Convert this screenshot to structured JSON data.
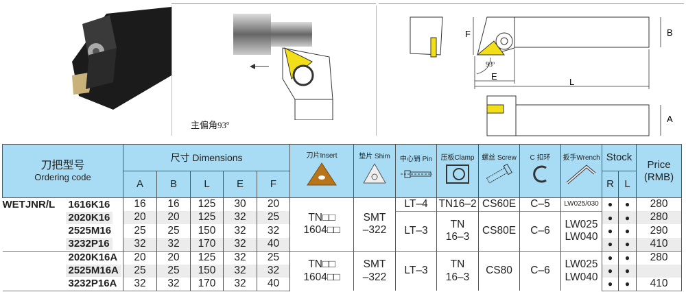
{
  "figure": {
    "caption": "主偏角93º",
    "angle_label": "93º",
    "dim_labels": {
      "F": "F",
      "B": "B",
      "E": "E",
      "L": "L",
      "A": "A"
    }
  },
  "table": {
    "headers": {
      "code_cn": "刀把型号",
      "code_en": "Ordering code",
      "dimensions": "尺寸 Dimensions",
      "dims": [
        "A",
        "B",
        "L",
        "E",
        "F"
      ],
      "insert": "刀片Insert",
      "shim": "垫片 Shim",
      "pin": "中心销 Pin",
      "clamp": "压板Clamp",
      "screw": "螺丝 Screw",
      "cring": "C 扣环",
      "wrench": "扳手Wrench",
      "stock": "Stock",
      "stock_r": "R",
      "stock_l": "L",
      "price": "Price",
      "price_unit": "(RMB)"
    },
    "prefix": "WETJNR/L",
    "rows": [
      {
        "code": "1616K16",
        "A": "16",
        "B": "16",
        "L": "125",
        "E": "30",
        "F": "20",
        "R": "●",
        "Lstock": "●",
        "price": "280"
      },
      {
        "code": "2020K16",
        "A": "20",
        "B": "20",
        "L": "125",
        "E": "32",
        "F": "25",
        "R": "●",
        "Lstock": "●",
        "price": "280"
      },
      {
        "code": "2525M16",
        "A": "25",
        "B": "25",
        "L": "150",
        "E": "32",
        "F": "32",
        "R": "●",
        "Lstock": "●",
        "price": "290"
      },
      {
        "code": "3232P16",
        "A": "32",
        "B": "32",
        "L": "170",
        "E": "32",
        "F": "40",
        "R": "●",
        "Lstock": "●",
        "price": "410"
      },
      {
        "code": "2020K16A",
        "A": "20",
        "B": "20",
        "L": "125",
        "E": "32",
        "F": "25",
        "R": "●",
        "Lstock": "●",
        "price": "280"
      },
      {
        "code": "2525M16A",
        "A": "25",
        "B": "25",
        "L": "150",
        "E": "32",
        "F": "32",
        "R": "●",
        "Lstock": "●",
        "price": ""
      },
      {
        "code": "3232P16A",
        "A": "32",
        "B": "32",
        "L": "170",
        "E": "32",
        "F": "40",
        "R": "●",
        "Lstock": "●",
        "price": "410"
      }
    ],
    "groups": [
      {
        "insert_1": "TN□□",
        "insert_2": "1604□□",
        "shim_1": "SMT",
        "shim_2": "–322",
        "first": {
          "pin": "LT–4",
          "clamp": "TN16–2",
          "screw": "CS60E",
          "cring": "C–5",
          "wrench": "LW025/030"
        },
        "rest": {
          "pin": "LT–3",
          "clamp_1": "TN",
          "clamp_2": "16–3",
          "screw": "CS80E",
          "cring": "C–6",
          "wrench_1": "LW025",
          "wrench_2": "LW040"
        }
      },
      {
        "insert_1": "TN□□",
        "insert_2": "1604□□",
        "shim_1": "SMT",
        "shim_2": "–322",
        "rest": {
          "pin": "LT–3",
          "clamp_1": "TN",
          "clamp_2": "16–3",
          "screw": "CS80",
          "cring": "C–6",
          "wrench_1": "LW025",
          "wrench_2": "LW040"
        }
      }
    ]
  },
  "colors": {
    "header_bg": "#a8dcf5",
    "insert_yellow": "#f3df19",
    "insert_gold": "#b8741a"
  }
}
